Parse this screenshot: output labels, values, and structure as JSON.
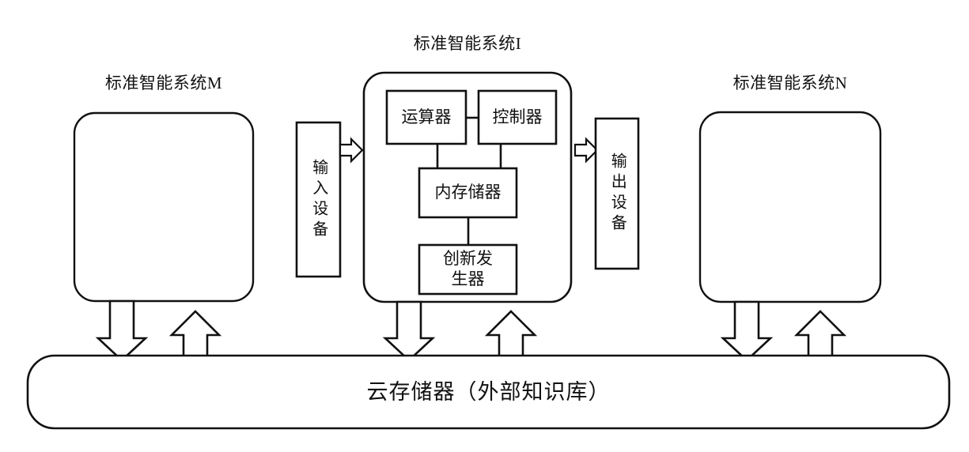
{
  "diagram": {
    "title_standard_system_m": "标准智能系统M",
    "title_standard_system_i": "标准智能系统I",
    "title_standard_system_n": "标准智能系统N",
    "components": {
      "alu": "运算器",
      "controller": "控制器",
      "memory": "内存储器",
      "innovation_generator": "创新发\n生器"
    },
    "devices": {
      "input": "输入设备",
      "output": "输出设备"
    },
    "cloud_storage": "云存储器（外部知识库）",
    "colors": {
      "stroke": "#111111",
      "fill": "#ffffff",
      "background": "#ffffff"
    }
  }
}
